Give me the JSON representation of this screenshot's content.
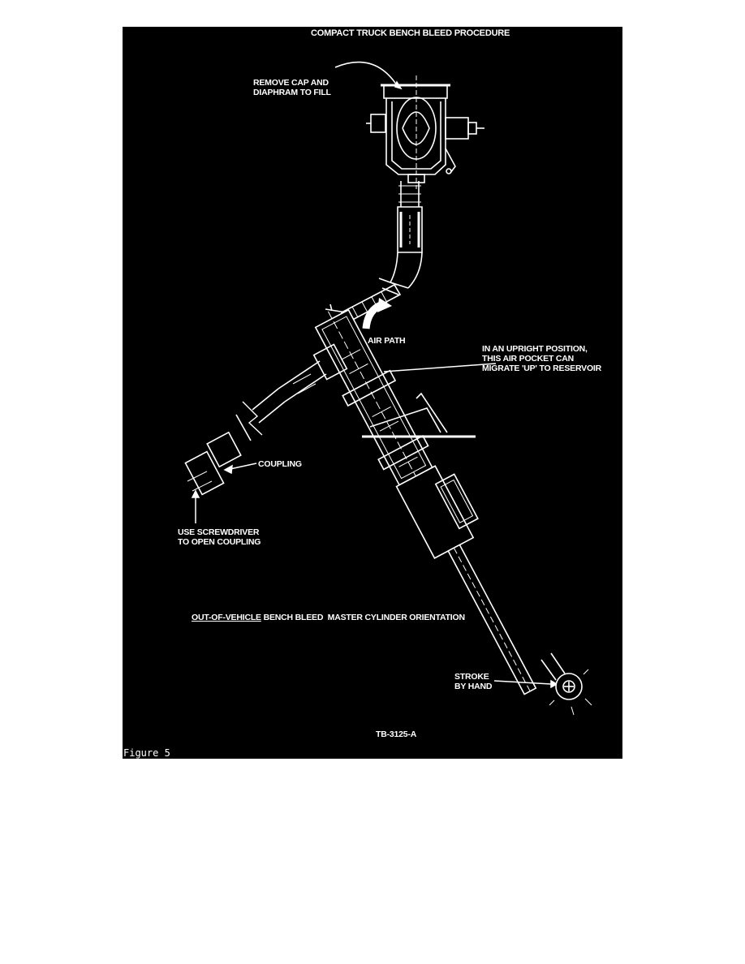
{
  "diagram": {
    "title": "COMPACT TRUCK BENCH BLEED PROCEDURE",
    "labels": {
      "remove_cap_line1": "REMOVE CAP AND",
      "remove_cap_line2": "DIAPHRAM TO FILL",
      "air_path": "AIR PATH",
      "upright_line1": "IN AN UPRIGHT POSITION,",
      "upright_line2": "THIS AIR POCKET CAN",
      "upright_line3": "MIGRATE 'UP' TO RESERVOIR",
      "coupling": "COUPLING",
      "screwdriver_line1": "USE SCREWDRIVER",
      "screwdriver_line2": "TO OPEN COUPLING",
      "orientation_underlined": "OUT-OF-VEHICLE",
      "orientation_rest": " BENCH BLEED  MASTER CYLINDER ORIENTATION",
      "stroke_line1": "STROKE",
      "stroke_line2": "BY HAND",
      "part_number": "TB-3125-A"
    },
    "colors": {
      "background": "#000000",
      "line": "#ffffff"
    }
  },
  "caption": "Figure 5"
}
